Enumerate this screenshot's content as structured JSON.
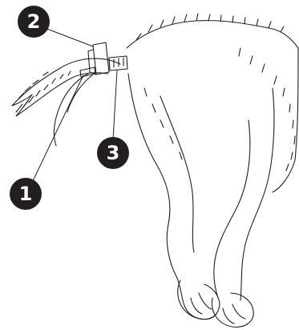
{
  "callouts": {
    "one": "1",
    "two": "2",
    "three": "3"
  },
  "colors": {
    "ink": "#231f20",
    "background": "#ffffff",
    "callout_text": "#ffffff"
  },
  "icons": {
    "figure": "dog-hindquarters-with-tail-sensor-illustration"
  }
}
